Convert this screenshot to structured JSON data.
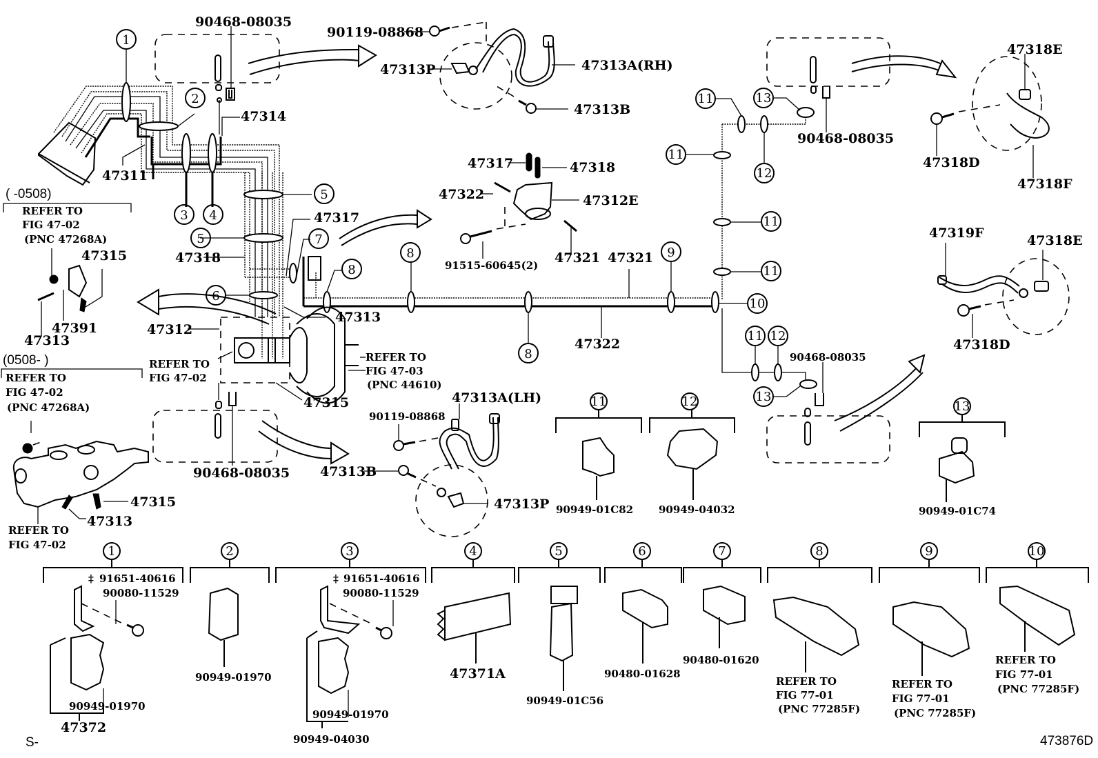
{
  "diagram": {
    "figure_code": "473876D",
    "corner_mark": "S-",
    "top_area": {
      "clip_top_left": "90468-08035",
      "bolt_rh": "90119-08868",
      "bracket_rh": "47313P",
      "hose_rh": "47313A(RH)",
      "bolt_b_rh": "47313B",
      "tube_47314": "47314",
      "tube_47311": "47311",
      "tube_47318": "47318",
      "tube_47317": "47317",
      "tube_47313": "47313",
      "tube_47312": "47312",
      "tube_47315": "47315",
      "tube_47321": "47321",
      "tube_47322": "47322"
    },
    "valve_detail": {
      "tube_47317": "47317",
      "tube_47318": "47318",
      "tube_47322": "47322",
      "valve_47312E": "47312E",
      "bolt": "91515-60645(2)",
      "tube_47321": "47321"
    },
    "rear_right": {
      "clip": "90468-08035",
      "part_e": "47318E",
      "part_d": "47318D",
      "part_f": "47318F"
    },
    "rear_left": {
      "part_f": "47319F",
      "part_e": "47318E",
      "part_d": "47318D",
      "clip": "90468-08035"
    },
    "left_notes": {
      "range_before": "(      -0508)",
      "refer_before": [
        "REFER TO",
        "FIG 47-02",
        "(PNC 47268A)"
      ],
      "part_47315": "47315",
      "part_47391": "47391",
      "part_47313": "47313",
      "range_after": "(0508-      )",
      "refer_after": [
        "REFER TO",
        "FIG 47-02",
        "(PNC 47268A)"
      ],
      "mc_47315": "47315",
      "mc_47313": "47313",
      "refer_mc": [
        "REFER TO",
        "FIG 47-02"
      ]
    },
    "booster_notes": {
      "refer_left": [
        "REFER TO",
        "FIG 47-02"
      ],
      "refer_right": [
        "REFER TO",
        "FIG 47-03",
        "(PNC 44610)"
      ],
      "tube_47315": "47315",
      "tube_47312": "47312"
    },
    "front_lh": {
      "clip": "90468-08035",
      "hose_lh": "47313A(LH)",
      "bolt": "90119-08868",
      "bolt_b": "47313B",
      "bracket": "47313P"
    },
    "callouts": [
      "1",
      "2",
      "3",
      "4",
      "5",
      "6",
      "7",
      "8",
      "9",
      "10",
      "11",
      "12",
      "13"
    ],
    "clamp_groups_mid": [
      {
        "callout": "11",
        "part": "90949-01C82"
      },
      {
        "callout": "12",
        "part": "90949-04032"
      },
      {
        "callout": "13",
        "part": "90949-01C74"
      }
    ],
    "clamp_groups_bottom": [
      {
        "callout": "1",
        "parts": [
          "91651-40616",
          "90080-11529",
          "90949-01970",
          "47372"
        ],
        "mark": "‡"
      },
      {
        "callout": "2",
        "parts": [
          "90949-01970"
        ]
      },
      {
        "callout": "3",
        "parts": [
          "91651-40616",
          "90080-11529",
          "90949-01970",
          "90949-04030"
        ],
        "mark": "‡"
      },
      {
        "callout": "4",
        "parts": [
          "47371A"
        ]
      },
      {
        "callout": "5",
        "parts": [
          "90949-01C56"
        ]
      },
      {
        "callout": "6",
        "parts": [
          "90480-01628"
        ]
      },
      {
        "callout": "7",
        "parts": [
          "90480-01620"
        ]
      },
      {
        "callout": "8",
        "refer": [
          "REFER TO",
          "FIG 77-01",
          "(PNC 77285F)"
        ]
      },
      {
        "callout": "9",
        "refer": [
          "REFER TO",
          "FIG 77-01",
          "(PNC 77285F)"
        ]
      },
      {
        "callout": "10",
        "refer": [
          "REFER TO",
          "FIG 77-01",
          "(PNC 77285F)"
        ]
      }
    ]
  }
}
